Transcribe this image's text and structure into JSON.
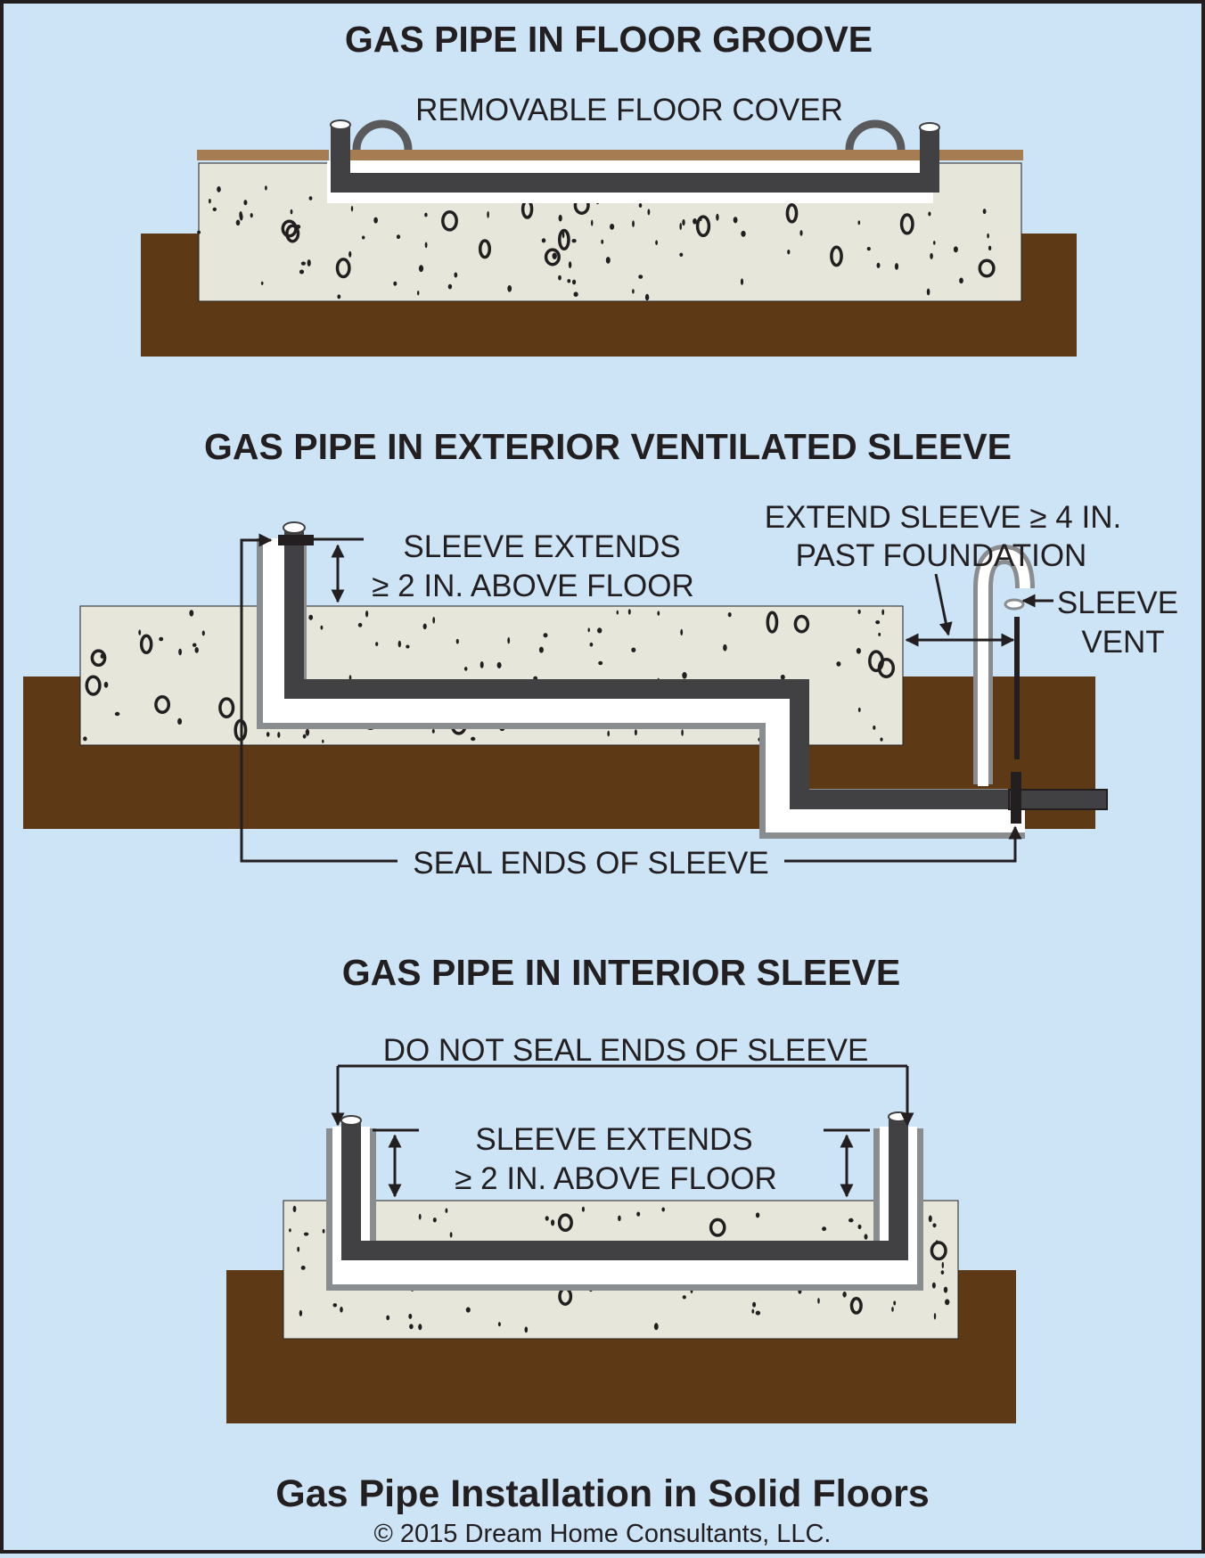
{
  "colors": {
    "background": "#cde3f6",
    "soil": "#5e3916",
    "concrete": "#e6e6da",
    "pipe": "#414042",
    "sleeve": "#8a8d90",
    "floor_cover": "#a67c52",
    "ink": "#231f20"
  },
  "sections": [
    {
      "title": "GAS PIPE IN FLOOR GROOVE",
      "labels": {
        "floor_cover": "REMOVABLE FLOOR COVER"
      }
    },
    {
      "title": "GAS PIPE IN EXTERIOR VENTILATED SLEEVE",
      "labels": {
        "sleeve_extends_line1": "SLEEVE EXTENDS",
        "sleeve_extends_line2": "≥ 2 IN. ABOVE FLOOR",
        "extend_sleeve_line1": "EXTEND SLEEVE ≥ 4 IN.",
        "extend_sleeve_line2": "PAST FOUNDATION",
        "vent_line1": "SLEEVE",
        "vent_line2": "VENT",
        "seal_ends": "SEAL ENDS OF SLEEVE"
      }
    },
    {
      "title": "GAS PIPE IN INTERIOR SLEEVE",
      "labels": {
        "do_not_seal": "DO NOT SEAL ENDS OF SLEEVE",
        "sleeve_extends_line1": "SLEEVE EXTENDS",
        "sleeve_extends_line2": "≥ 2 IN. ABOVE FLOOR"
      }
    }
  ],
  "footer": {
    "title": "Gas Pipe Installation in Solid Floors",
    "copyright": "© 2015 Dream Home Consultants, LLC."
  }
}
